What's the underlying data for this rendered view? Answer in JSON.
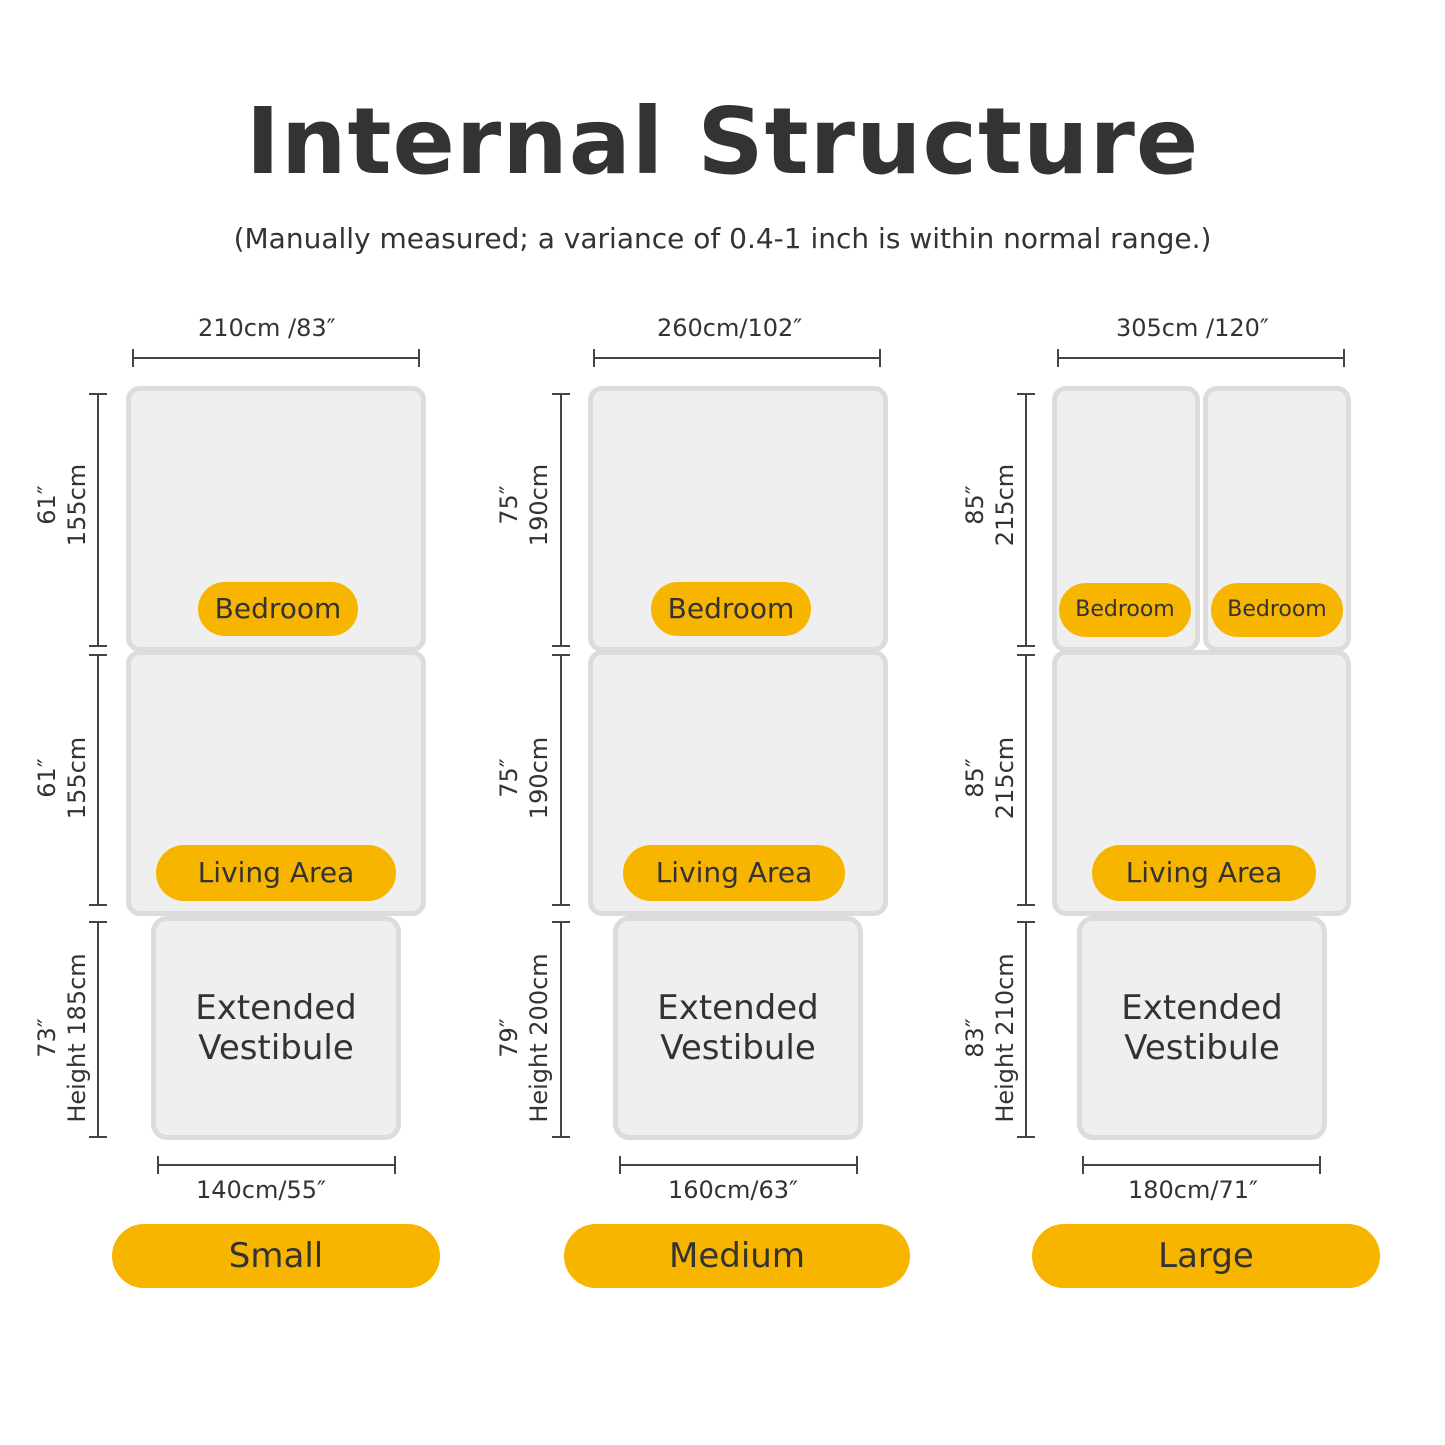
{
  "title": "Internal Structure",
  "subtitle": "(Manually measured; a variance of 0.4-1 inch is within normal range.)",
  "colors": {
    "accent": "#f7b500",
    "room_fill": "#efefef",
    "room_border": "#dcdcdc",
    "text": "#333333"
  },
  "tents": [
    {
      "size": "Small",
      "top_width": "210cm /83″",
      "bottom_width": "140cm/55″",
      "bedroom_dim": {
        "inch": "61″",
        "cm": "155cm"
      },
      "living_dim": {
        "inch": "61″",
        "cm": "155cm"
      },
      "height_dim": {
        "inch": "73″",
        "cm": "Height 185cm"
      },
      "bedroom_labels": [
        "Bedroom"
      ],
      "living_label": "Living Area",
      "vestibule_line1": "Extended",
      "vestibule_line2": "Vestibule"
    },
    {
      "size": "Medium",
      "top_width": "260cm/102″",
      "bottom_width": "160cm/63″",
      "bedroom_dim": {
        "inch": "75″",
        "cm": "190cm"
      },
      "living_dim": {
        "inch": "75″",
        "cm": "190cm"
      },
      "height_dim": {
        "inch": "79″",
        "cm": "Height 200cm"
      },
      "bedroom_labels": [
        "Bedroom"
      ],
      "living_label": "Living Area",
      "vestibule_line1": "Extended",
      "vestibule_line2": "Vestibule"
    },
    {
      "size": "Large",
      "top_width": "305cm /120″",
      "bottom_width": "180cm/71″",
      "bedroom_dim": {
        "inch": "85″",
        "cm": "215cm"
      },
      "living_dim": {
        "inch": "85″",
        "cm": "215cm"
      },
      "height_dim": {
        "inch": "83″",
        "cm": "Height 210cm"
      },
      "bedroom_labels": [
        "Bedroom",
        "Bedroom"
      ],
      "living_label": "Living Area",
      "vestibule_line1": "Extended",
      "vestibule_line2": "Vestibule"
    }
  ]
}
